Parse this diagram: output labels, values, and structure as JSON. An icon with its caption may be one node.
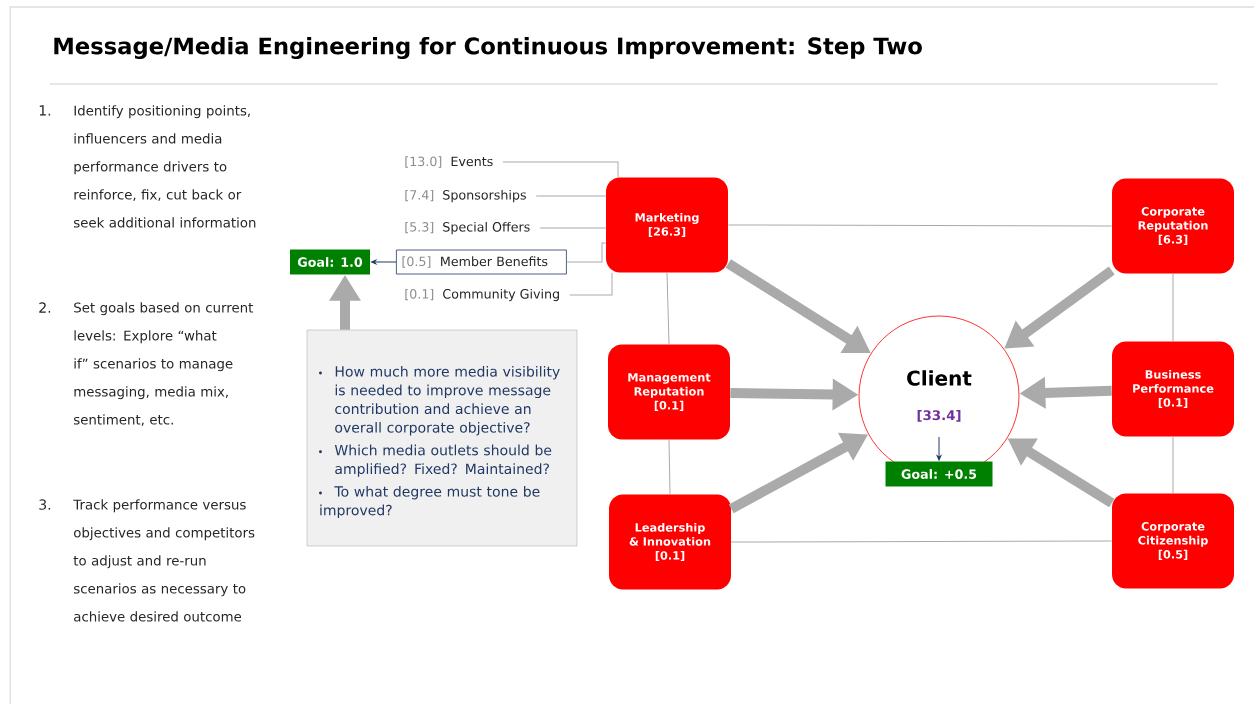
{
  "diagram": {
    "title": "Message/Media Engineering for Continuous Improvement: Step Two",
    "nodes": [
      {
        "text": [
          "[13.0]",
          "Events"
        ]
      },
      {
        "text": [
          "[7.4]",
          "Sponsorships"
        ]
      },
      {
        "text": [
          "[5.3]",
          "Special Offers"
        ]
      },
      {
        "text": [
          "[0.5]",
          "Member Benefits"
        ]
      },
      {
        "text": [
          "[0.1]",
          "Community Giving"
        ]
      },
      {
        "text": [
          "Goal: 1.0"
        ]
      },
      {
        "text": [
          "How much more media visibility is needed to improve message contribution and achieve an overall corporate objective?",
          "Which media outlets should be amplified?  Fixed? Maintained?",
          "To what degree must tone be improved?"
        ]
      },
      {
        "text": [
          "Marketing",
          "[26.3]"
        ]
      },
      {
        "text": [
          "Corporate Reputation",
          "[6.3]"
        ]
      },
      {
        "text": [
          "Management Reputation",
          "[0.1]"
        ]
      },
      {
        "text": [
          "Client",
          "[33.4]"
        ]
      },
      {
        "text": [
          "Business Performance",
          "[0.1]"
        ]
      },
      {
        "text": [
          "Goal:  +0.5"
        ]
      },
      {
        "text": [
          "Leadership & Innovation",
          "[0.1]"
        ]
      },
      {
        "text": [
          "Corporate Citizenship",
          "[0.5]"
        ]
      }
    ],
    "edges": [
      {
        "from": 0,
        "to": 7,
        "arrow": "none"
      },
      {
        "from": 1,
        "to": 7,
        "arrow": "none"
      },
      {
        "from": 2,
        "to": 7,
        "arrow": "none"
      },
      {
        "from": 3,
        "to": 7,
        "arrow": "none"
      },
      {
        "from": 4,
        "to": 7,
        "arrow": "none"
      },
      {
        "from": 3,
        "to": 5,
        "arrow": "to",
        "color": "#1f3864"
      },
      {
        "from": 6,
        "to": 5,
        "arrow": "to",
        "style": "thick"
      },
      {
        "from": 7,
        "to": 10,
        "arrow": "to",
        "style": "thick"
      },
      {
        "from": 8,
        "to": 10,
        "arrow": "to",
        "style": "thick"
      },
      {
        "from": 9,
        "to": 10,
        "arrow": "to",
        "style": "thick"
      },
      {
        "from": 11,
        "to": 10,
        "arrow": "to",
        "style": "thick"
      },
      {
        "from": 13,
        "to": 10,
        "arrow": "to",
        "style": "thick"
      },
      {
        "from": 14,
        "to": 10,
        "arrow": "to",
        "style": "thick"
      },
      {
        "from": 10,
        "to": 12,
        "arrow": "to",
        "color": "#1f3864"
      },
      {
        "from": 7,
        "to": 8,
        "arrow": "none"
      },
      {
        "from": 7,
        "to": 9,
        "arrow": "none"
      },
      {
        "from": 9,
        "to": 13,
        "arrow": "none"
      },
      {
        "from": 13,
        "to": 14,
        "arrow": "none"
      },
      {
        "from": 8,
        "to": 11,
        "arrow": "none"
      },
      {
        "from": 11,
        "to": 14,
        "arrow": "none"
      }
    ],
    "labels": [
      "1.",
      "Identify positioning points, influencers and media performance drivers to reinforce, fix, cut back or seek additional information",
      "2.",
      "Set goals based on current levels: Explore “what if” scenarios to manage messaging, media mix, sentiment, etc.",
      "3.",
      "Track performance versus objectives and competitors to adjust and re-run scenarios as necessary to achieve desired outcome"
    ]
  }
}
